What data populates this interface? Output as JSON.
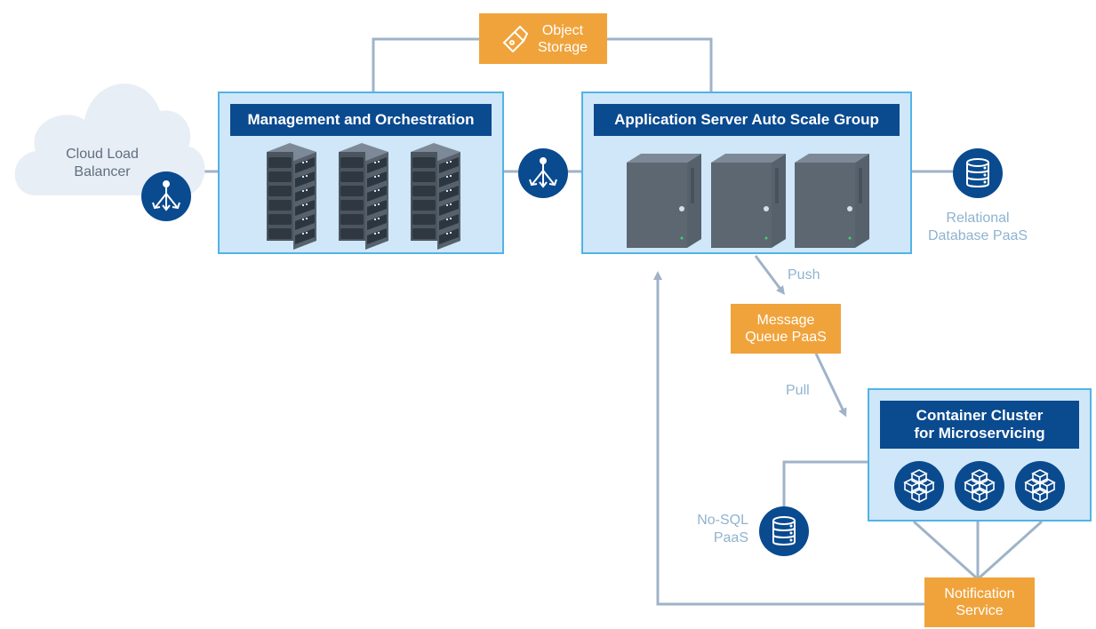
{
  "cloud_load_balancer": {
    "label_line1": "Cloud Load",
    "label_line2": "Balancer",
    "icon": "load-balancer-icon"
  },
  "object_storage": {
    "label_line1": "Object",
    "label_line2": "Storage",
    "icon": "storage-key-icon"
  },
  "management": {
    "title": "Management and Orchestration",
    "icon": "rack-server-icon"
  },
  "app_server": {
    "title": "Application Server Auto Scale Group",
    "icon": "tower-server-icon"
  },
  "relational_db": {
    "label_line1": "Relational",
    "label_line2": "Database PaaS",
    "icon": "database-icon"
  },
  "message_queue": {
    "label_line1": "Message",
    "label_line2": "Queue PaaS"
  },
  "push_label": "Push",
  "pull_label": "Pull",
  "container_cluster": {
    "title_line1": "Container Cluster",
    "title_line2": "for Microservicing",
    "icon": "container-cubes-icon"
  },
  "nosql": {
    "label_line1": "No-SQL",
    "label_line2": "PaaS",
    "icon": "database-icon"
  },
  "notification": {
    "label_line1": "Notification",
    "label_line2": "Service"
  },
  "colors": {
    "navy": "#0a4a8f",
    "panel_fill": "#cfe7f8",
    "panel_border": "#52b3e6",
    "orange": "#f0a33b",
    "connector": "#9fb3c8",
    "label": "#8fb3cf"
  }
}
